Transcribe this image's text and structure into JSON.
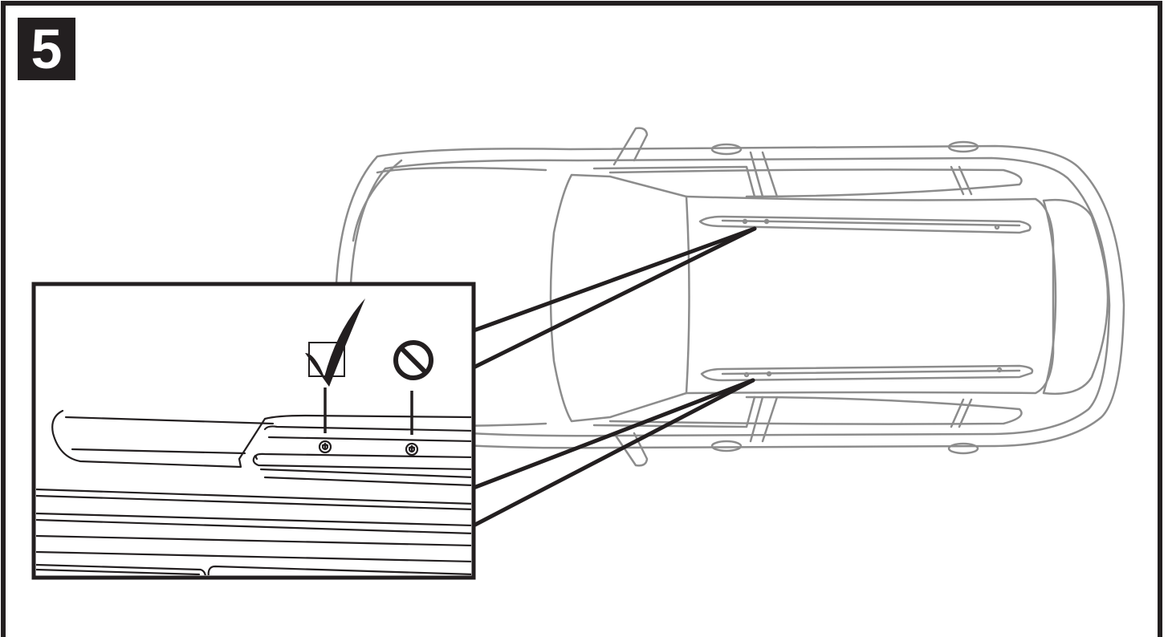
{
  "step": {
    "number": "5"
  },
  "colors": {
    "frame": "#231f20",
    "car_outline": "#8c8c8c",
    "ink": "#231f20"
  },
  "icons": {
    "approved": "check-mark-icon",
    "not_allowed": "prohibited-icon"
  },
  "components": {
    "vehicle": "vehicle-top-view",
    "roof_rails": [
      "roof-rail-left",
      "roof-rail-right"
    ],
    "detail_callout": "roof-rail-detail-inset",
    "mount_points": [
      "mount-point-approved",
      "mount-point-not-allowed"
    ]
  }
}
